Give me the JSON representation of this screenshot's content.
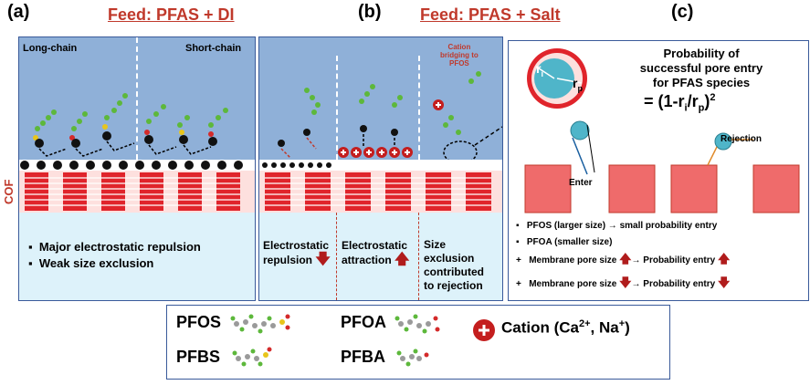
{
  "labels": {
    "a": "(a)",
    "b": "(b)",
    "c": "(c)",
    "cof": "COF"
  },
  "panel_a": {
    "feed": "Feed: PFAS + DI",
    "long_chain": "Long-chain",
    "short_chain": "Short-chain",
    "bullets": [
      "Major electrostatic repulsion",
      "Weak size exclusion"
    ]
  },
  "panel_b": {
    "feed": "Feed: PFAS + Salt",
    "cation_note": [
      "Cation",
      "bridging to",
      "PFOS"
    ],
    "col1": [
      "Electrostatic",
      "repulsion"
    ],
    "col2": [
      "Electrostatic",
      "attraction"
    ],
    "col3": [
      "Size",
      "exclusion",
      "contributed",
      "to rejection"
    ]
  },
  "panel_c": {
    "title": [
      "Probability of",
      "successful pore entry",
      "for PFAS species"
    ],
    "formula_main": "= (1-r",
    "formula_i": "i",
    "formula_mid": "/r",
    "formula_p": "p",
    "formula_end": ")",
    "formula_exp": "2",
    "ri": "r",
    "ri_sub": "i",
    "rp": "r",
    "rp_sub": "p",
    "enter": "Enter",
    "rejection": "Rejection",
    "notes": [
      {
        "bullet": "▪",
        "text": "PFOS (larger size) → small probability entry"
      },
      {
        "bullet": "▪",
        "text": "PFOA (smaller size)"
      },
      {
        "bullet": "+",
        "text": "Membrane pore size",
        "text2": "→ Probability entry"
      },
      {
        "bullet": "+",
        "text": "Membrane pore size",
        "text2": "→ Probability entry"
      }
    ]
  },
  "legend": {
    "items": [
      "PFOS",
      "PFBS",
      "PFOA",
      "PFBA"
    ],
    "cation": "Cation (Ca",
    "cation_sup1": "2+",
    "cation_mid": ", Na",
    "cation_sup2": "+",
    "cation_end": ")"
  },
  "colors": {
    "accent_red": "#c0392b",
    "water_blue": "#8fb0d8",
    "solution_cyan": "#ddf2fa",
    "membrane_red": "#e0242b",
    "pore_pink": "#fde0de",
    "panel_border": "#3a5a9a"
  }
}
